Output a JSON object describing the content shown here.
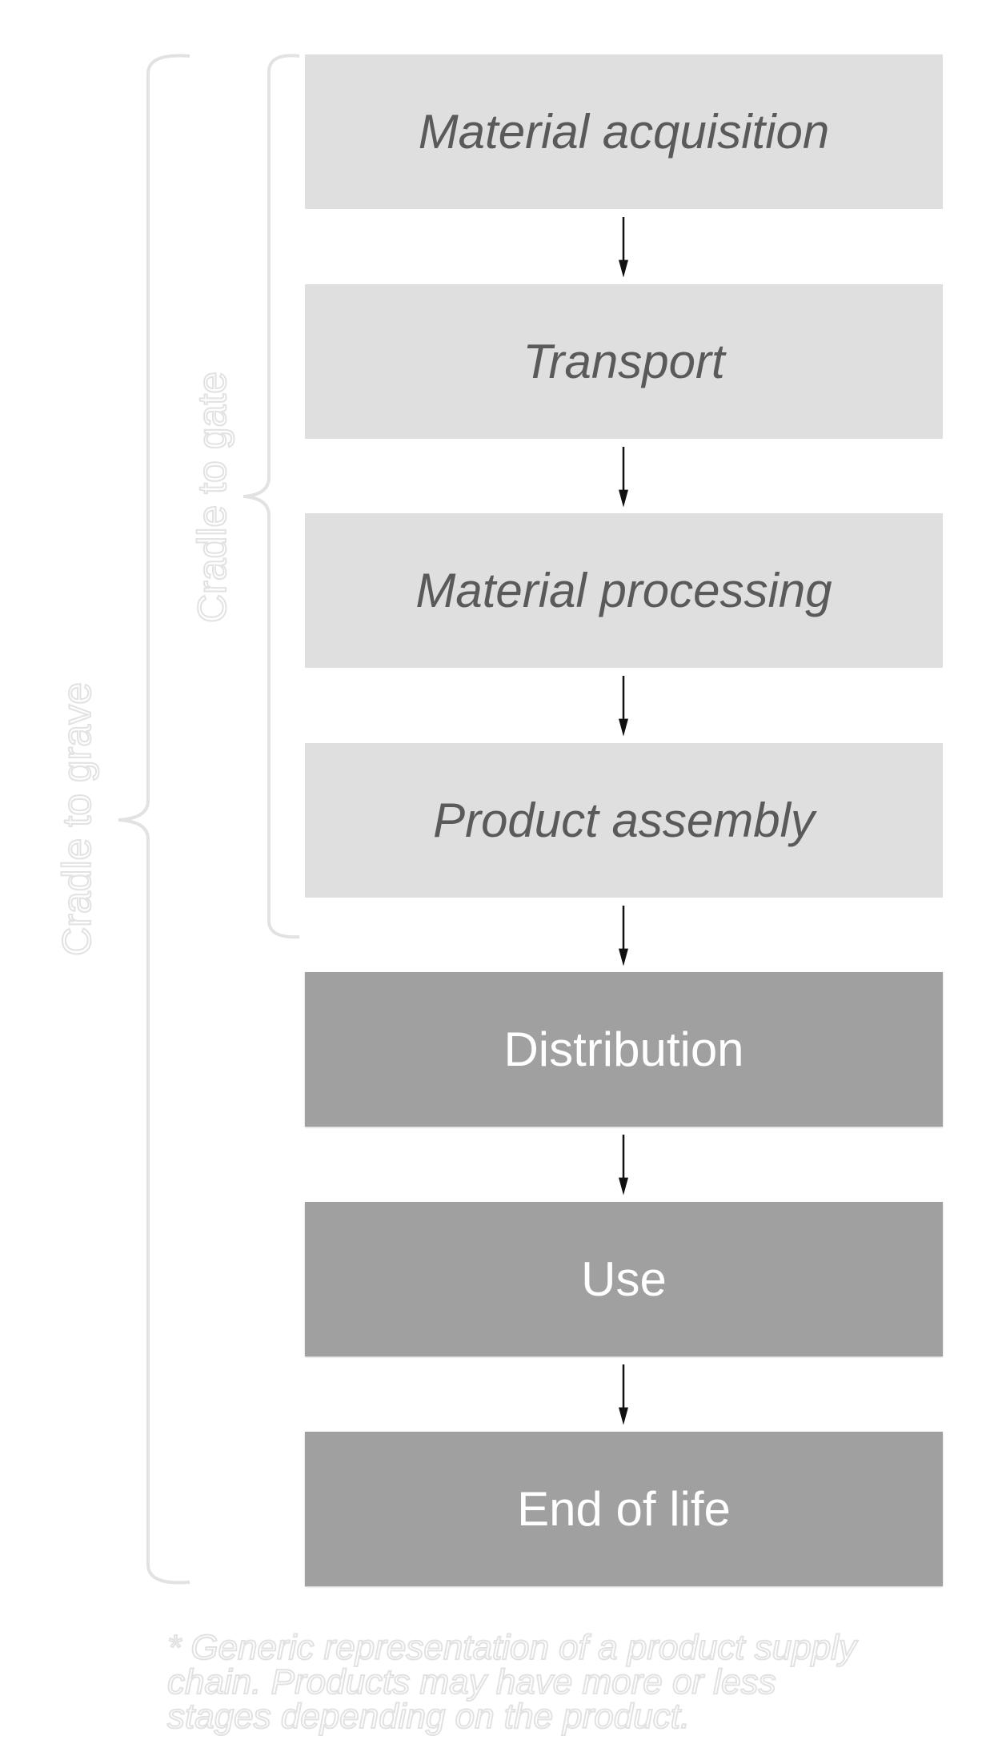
{
  "stages": [
    {
      "label": "Material acquisition",
      "shade": "light"
    },
    {
      "label": "Transport",
      "shade": "light"
    },
    {
      "label": "Material processing",
      "shade": "light"
    },
    {
      "label": "Product assembly",
      "shade": "light"
    },
    {
      "label": "Distribution",
      "shade": "dark"
    },
    {
      "label": "Use",
      "shade": "dark"
    },
    {
      "label": "End of life",
      "shade": "dark"
    }
  ],
  "brackets": {
    "cradle_to_gate": "Cradle to gate",
    "cradle_to_grave": "Cradle to grave"
  },
  "footnote": [
    "* Generic representation of a product supply",
    "chain. Products may have more or less",
    "stages depending on the product."
  ],
  "colors": {
    "light_stage": "#dfdfdf",
    "dark_stage": "#a0a0a0",
    "light_text": "#5a5a5a",
    "bracket": "#e2e2e2"
  }
}
